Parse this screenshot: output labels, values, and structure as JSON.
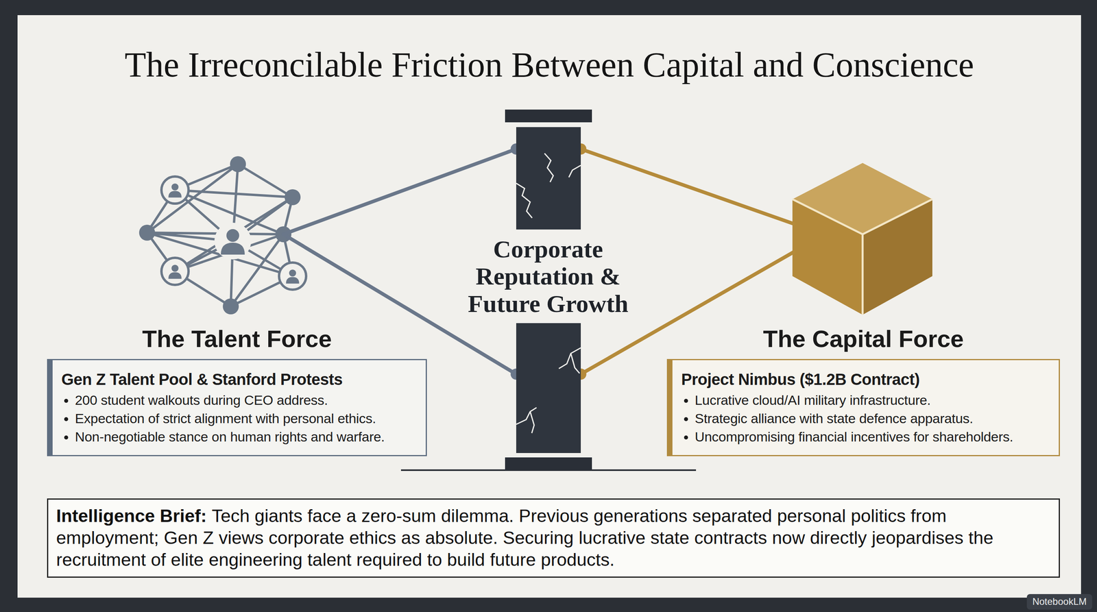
{
  "diagram": {
    "title": "The Irreconcilable Friction Between Capital and Conscience",
    "nodes": [
      {
        "text": [
          "The Talent Force",
          "Gen Z Talent Pool & Stanford Protests",
          "200 student walkouts during CEO address.",
          "Expectation of strict alignment with personal ethics.",
          "Non-negotiable stance on human rights and warfare."
        ]
      },
      {
        "text": [
          "Corporate Reputation & Future Growth"
        ]
      },
      {
        "text": [
          "The Capital Force",
          "Project Nimbus ($1.2B Contract)",
          "Lucrative cloud/AI military infrastructure.",
          "Strategic alliance with state defence apparatus.",
          "Uncompromising financial incentives for shareholders."
        ]
      },
      {
        "text": [
          "Intelligence Brief:",
          "Tech giants face a zero-sum dilemma. Previous generations separated personal politics from employment; Gen Z views corporate ethics as absolute. Securing lucrative state contracts now directly jeopardises the recruitment of elite engineering talent required to build future products."
        ]
      }
    ],
    "edges": [
      {
        "from": 0,
        "to": 1,
        "arrow": "none"
      },
      {
        "from": 0,
        "to": 1,
        "arrow": "none"
      },
      {
        "from": 1,
        "to": 2,
        "arrow": "none"
      },
      {
        "from": 1,
        "to": 2,
        "arrow": "none"
      }
    ],
    "labels": [
      "NotebookLM"
    ]
  }
}
